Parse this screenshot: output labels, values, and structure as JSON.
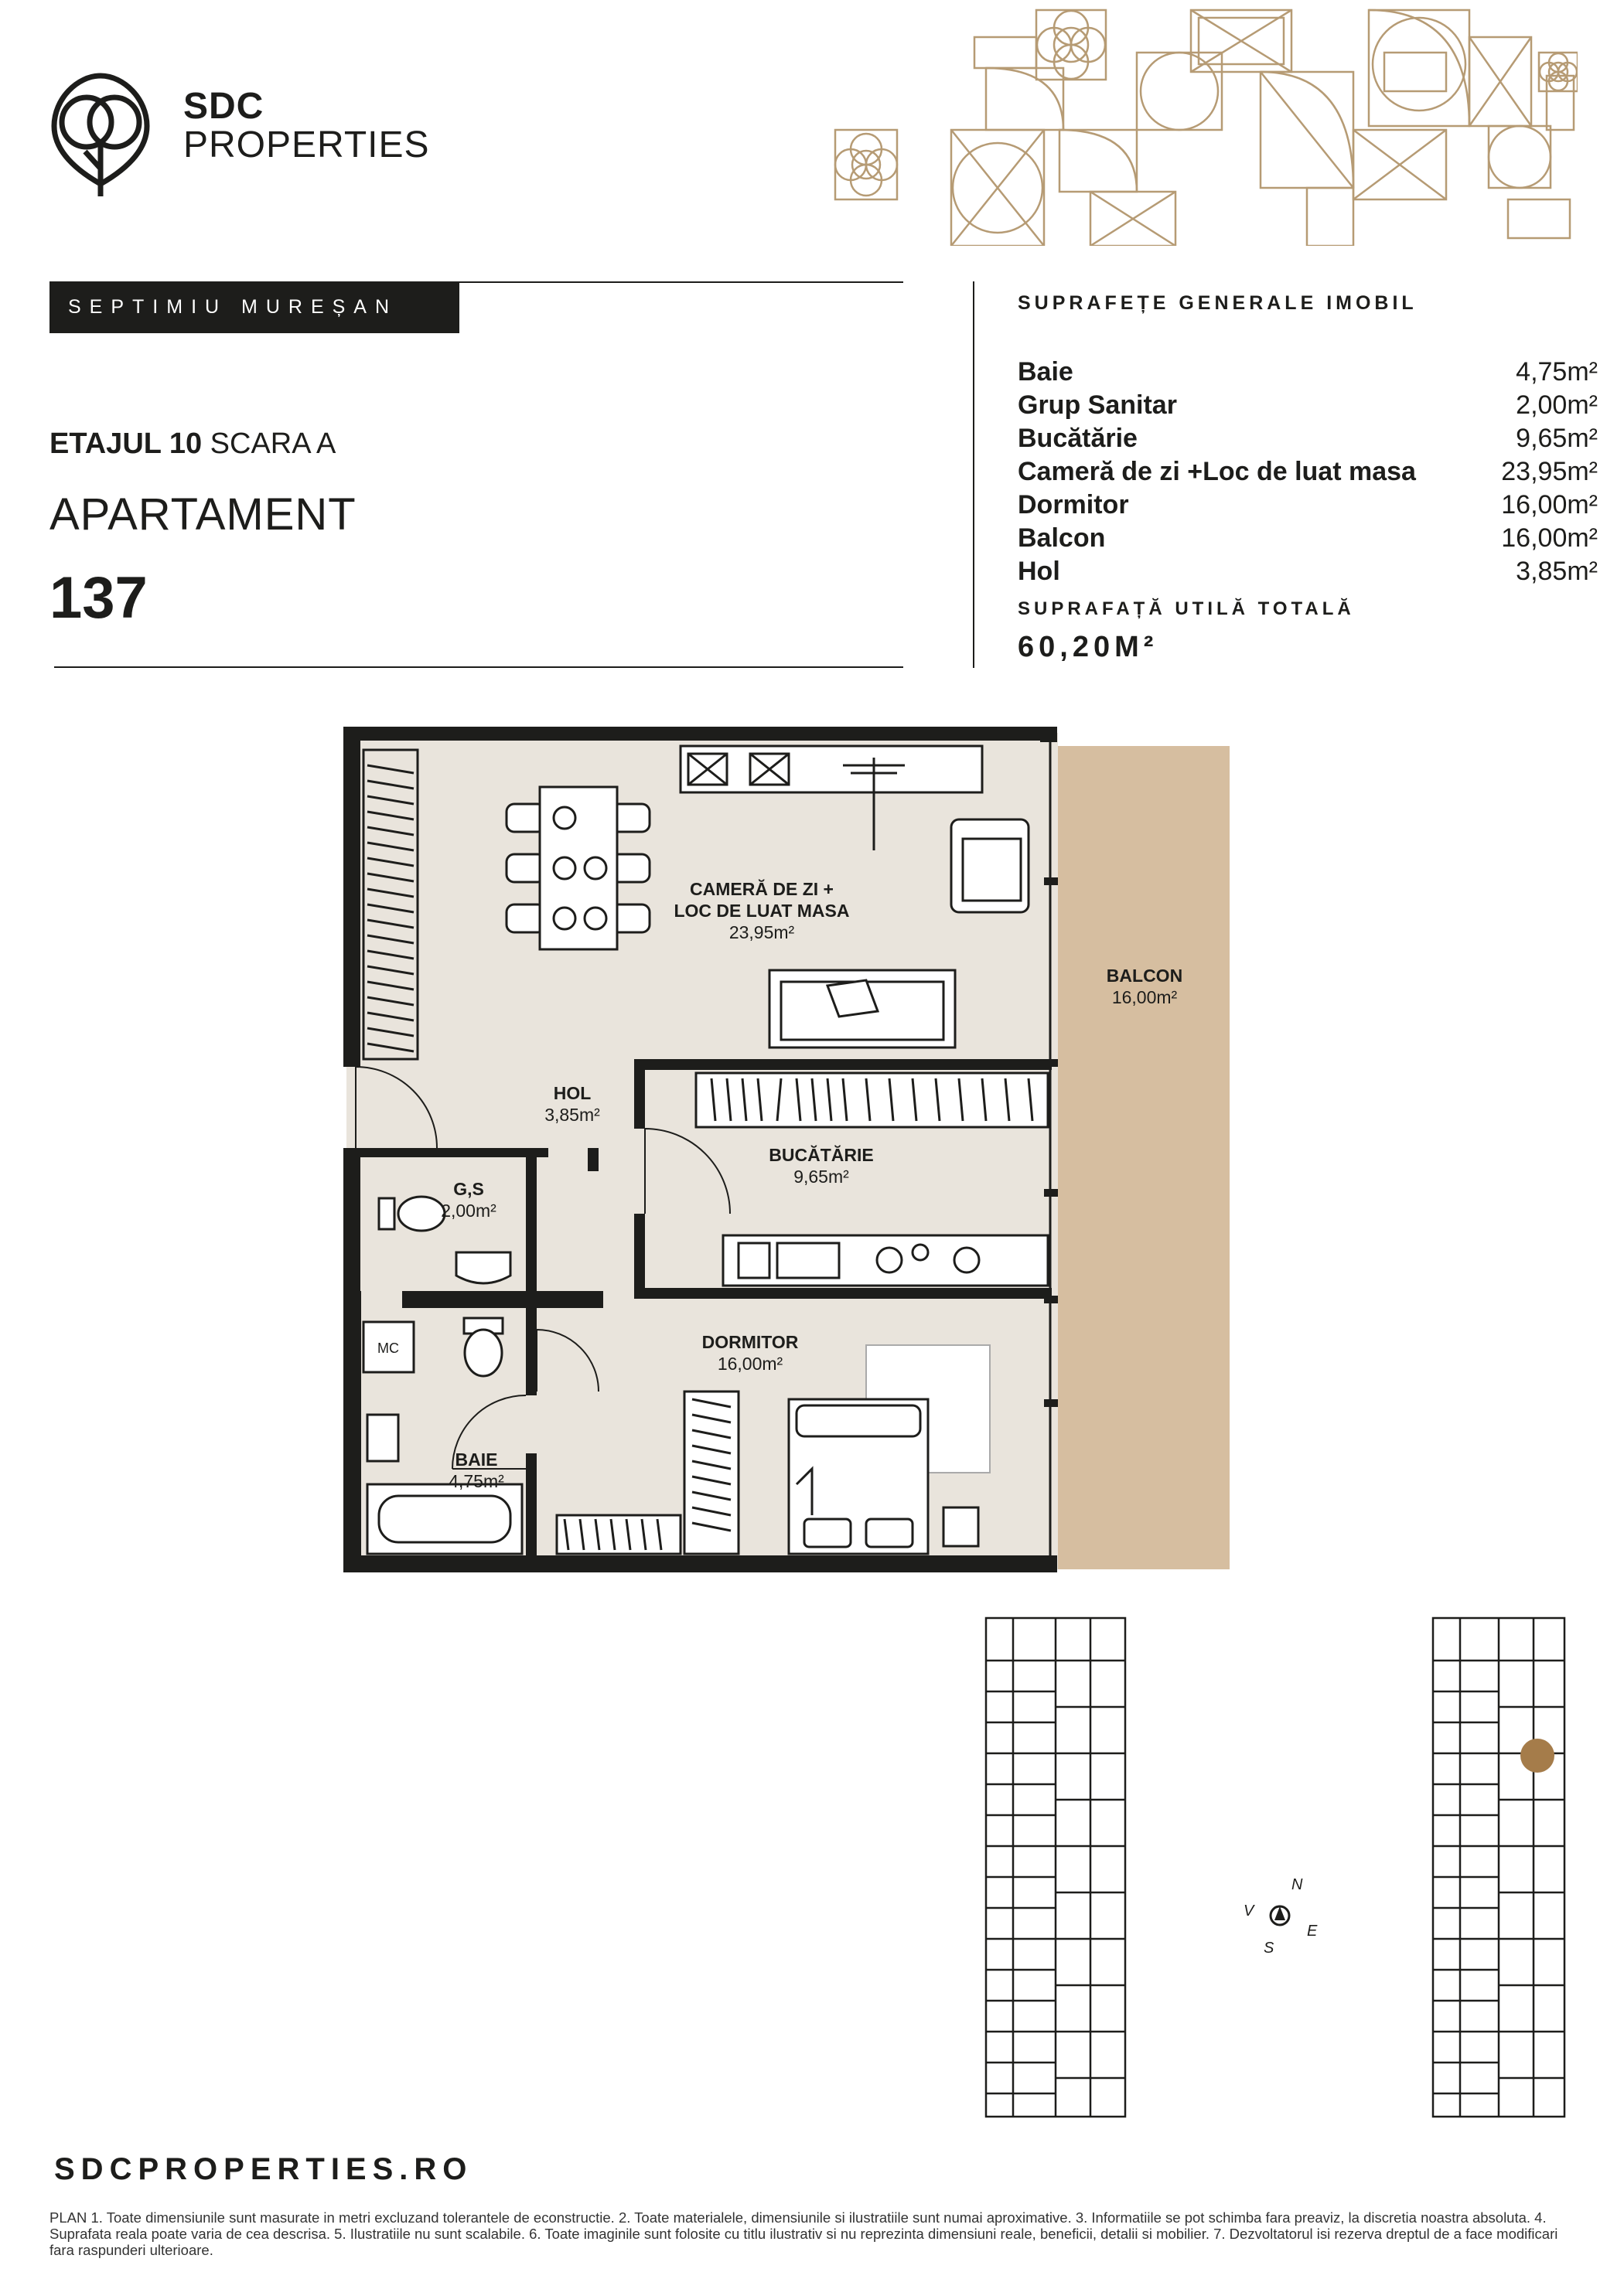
{
  "brand": {
    "name_line1": "SDC",
    "name_line2": "PROPERTIES"
  },
  "project": {
    "name": "SEPTIMIU MUREȘAN"
  },
  "apartment": {
    "floor_label": "ETAJUL 10",
    "stair_label": "SCARA A",
    "type_label": "APARTAMENT",
    "number": "137"
  },
  "areas": {
    "title": "SUPRAFEȚE GENERALE IMOBIL",
    "rows": [
      {
        "label": "Baie",
        "value": "4,75m²"
      },
      {
        "label": "Grup Sanitar",
        "value": "2,00m²"
      },
      {
        "label": "Bucătărie",
        "value": "9,65m²"
      },
      {
        "label": "Cameră de zi +Loc de luat masa",
        "value": "23,95m²"
      },
      {
        "label": "Dormitor",
        "value": "16,00m²"
      },
      {
        "label": "Balcon",
        "value": "16,00m²"
      },
      {
        "label": "Hol",
        "value": "3,85m²"
      }
    ],
    "total_title": "SUPRAFAȚĂ UTILĂ TOTALĂ",
    "total_value": "60,20M²"
  },
  "plan": {
    "living": {
      "line1": "CAMERĂ DE ZI  +",
      "line2": "LOC DE LUAT MASA",
      "area": "23,95m²"
    },
    "balcony": {
      "name": "BALCON",
      "area": "16,00m²"
    },
    "hall": {
      "name": "HOL",
      "area": "3,85m²"
    },
    "kitchen": {
      "name": "BUCĂTĂRIE",
      "area": "9,65m²"
    },
    "wc": {
      "name": "G,S",
      "area": "2,00m²"
    },
    "bedroom": {
      "name": "DORMITOR",
      "area": "16,00m²"
    },
    "bath": {
      "name": "BAIE",
      "area": "4,75m²"
    },
    "washer": "MC"
  },
  "compass": {
    "n": "N",
    "s": "S",
    "e": "E",
    "v": "V"
  },
  "colors": {
    "balcony": "#d6bea0",
    "floor": "#e9e4dc",
    "gold": "#b69b74",
    "marker": "#a57c4a"
  },
  "footer": {
    "website": "SDCPROPERTIES.RO",
    "disclaimer": "PLAN 1. Toate dimensiunile sunt masurate in metri excluzand tolerantele de econstructie. 2. Toate materialele, dimensiunile si ilustratiile sunt numai aproximative. 3. Informatiile se pot schimba fara preaviz, la discretia noastra absoluta. 4. Suprafata reala poate varia de cea descrisa. 5. Ilustratiile nu sunt scalabile. 6. Toate imaginile sunt folosite cu titlu ilustrativ si nu reprezinta dimensiuni reale, beneficii, detalii si mobilier. 7. Dezvoltatorul isi rezerva dreptul de a face modificari fara raspunderi ulterioare."
  }
}
